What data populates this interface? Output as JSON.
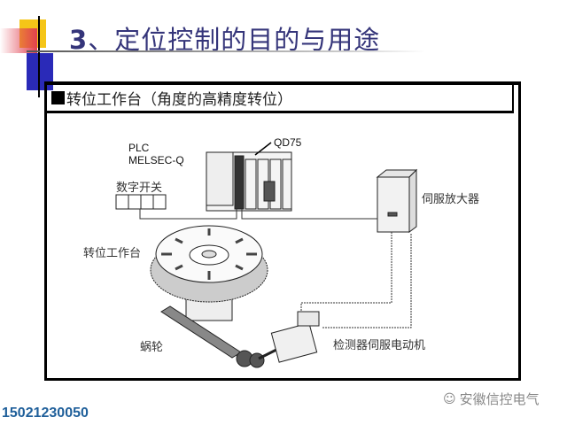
{
  "slide": {
    "title_number": "3",
    "title_text": "、定位控制的目的与用途",
    "frame_heading": "转位工作台（角度的高精度转位）"
  },
  "diagram": {
    "plc_label": "PLC",
    "plc_model": "MELSEC-Q",
    "module_label": "QD75",
    "digital_switch": "数字开关",
    "servo_amp": "伺服放大器",
    "turntable": "转位工作台",
    "worm_gear": "蜗轮",
    "servo_motor": "检测器伺服电动机"
  },
  "footer": {
    "phone": "15021230050",
    "watermark": "安徽信控电气"
  }
}
